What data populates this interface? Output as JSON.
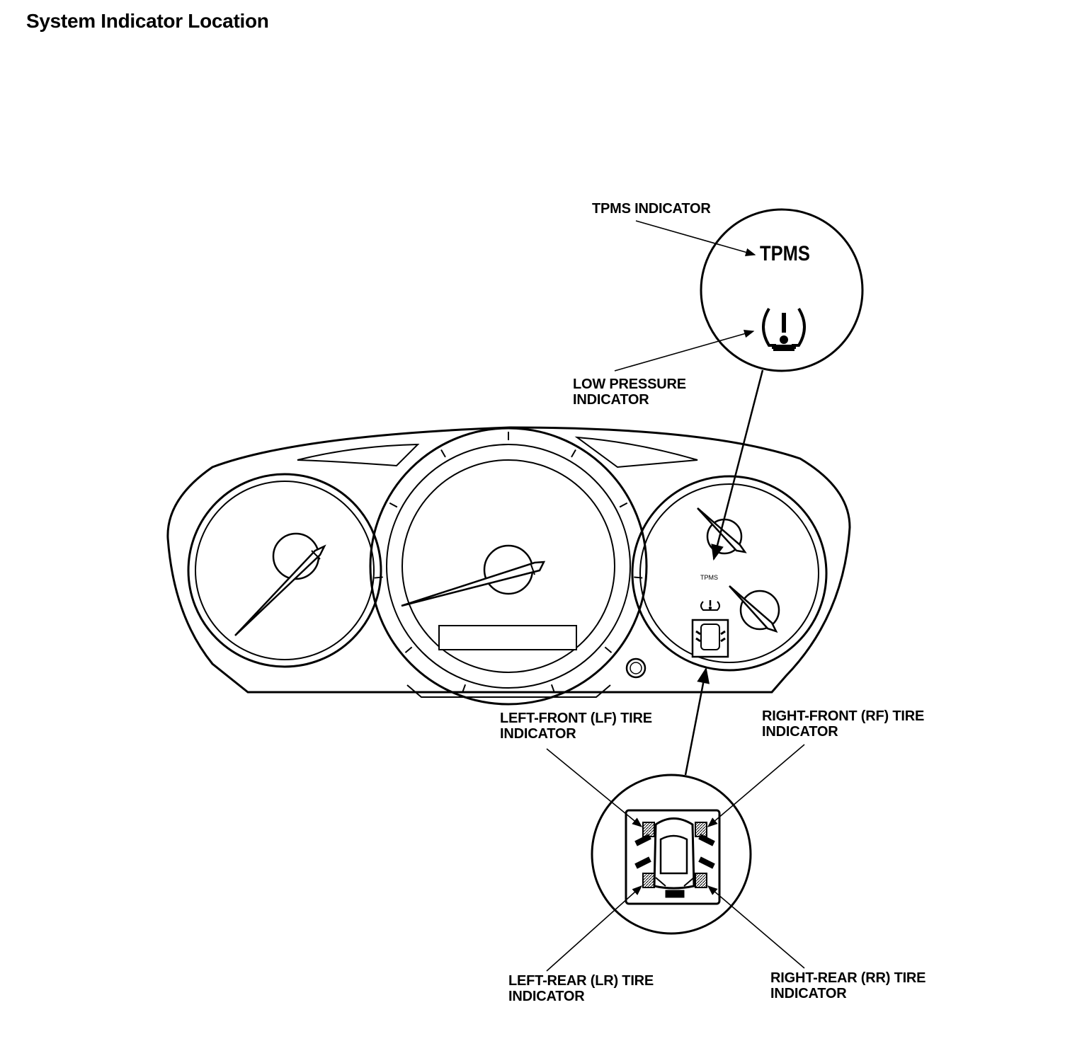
{
  "page": {
    "title": "System Indicator Location"
  },
  "callouts": {
    "tpms_indicator": [
      "TPMS INDICATOR"
    ],
    "low_pressure_indicator": [
      "LOW PRESSURE",
      "INDICATOR"
    ],
    "left_front": [
      "LEFT-FRONT (LF) TIRE",
      "INDICATOR"
    ],
    "right_front": [
      "RIGHT-FRONT (RF) TIRE",
      "INDICATOR"
    ],
    "left_rear": [
      "LEFT-REAR (LR) TIRE",
      "INDICATOR"
    ],
    "right_rear": [
      "RIGHT-REAR (RR) TIRE",
      "INDICATOR"
    ]
  },
  "symbols": {
    "tpms_big": "TPMS",
    "tpms_small": "TPMS"
  },
  "icons": {
    "low_pressure": "tire-pressure-warning-icon",
    "tire_position": "car-top-view-icon"
  },
  "colors": {
    "ink": "#000000",
    "paper": "#ffffff"
  }
}
